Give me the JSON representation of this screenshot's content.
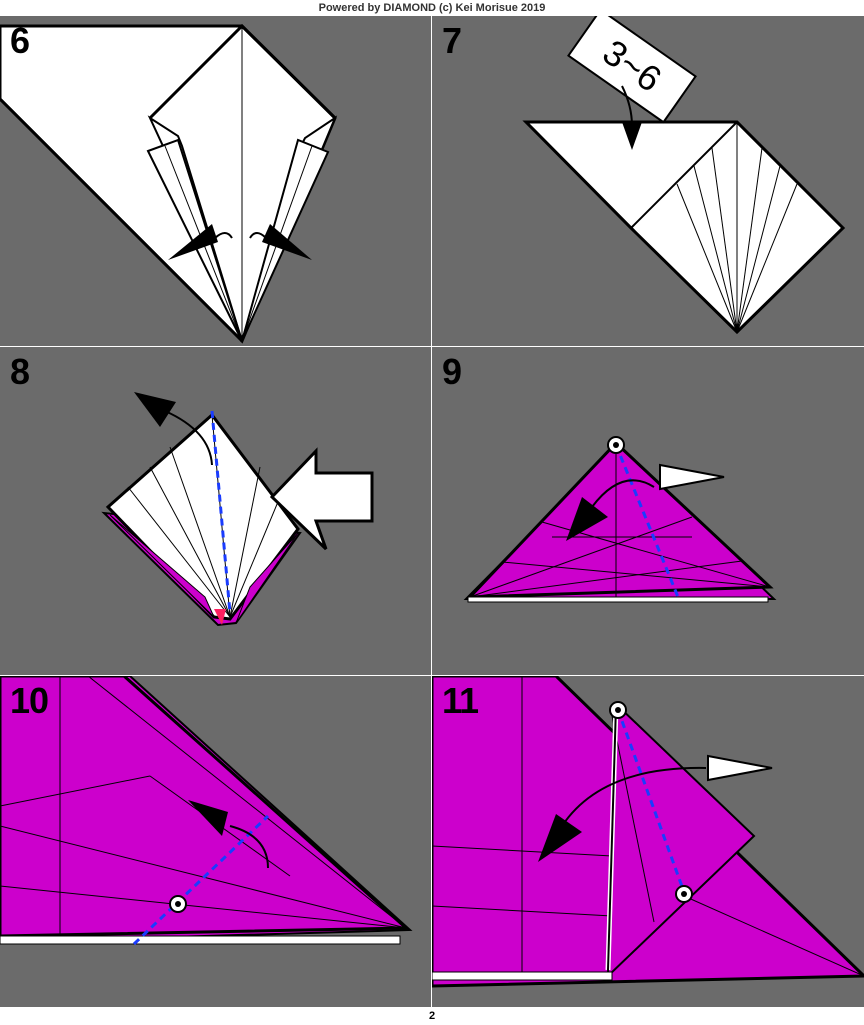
{
  "header": {
    "credit": "Powered by DIAMOND (c) Kei Morisue 2019"
  },
  "footer": {
    "page_number": "2"
  },
  "steps": [
    {
      "number": "6"
    },
    {
      "number": "7",
      "repeat_label": "3~6"
    },
    {
      "number": "8"
    },
    {
      "number": "9"
    },
    {
      "number": "10"
    },
    {
      "number": "11"
    }
  ],
  "colors": {
    "background": "#6b6b6b",
    "paper_front": "#ffffff",
    "paper_back": "#cc00cc",
    "valley_fold": "#1a3cff",
    "accent_red": "#ff2060",
    "outline": "#000000"
  }
}
